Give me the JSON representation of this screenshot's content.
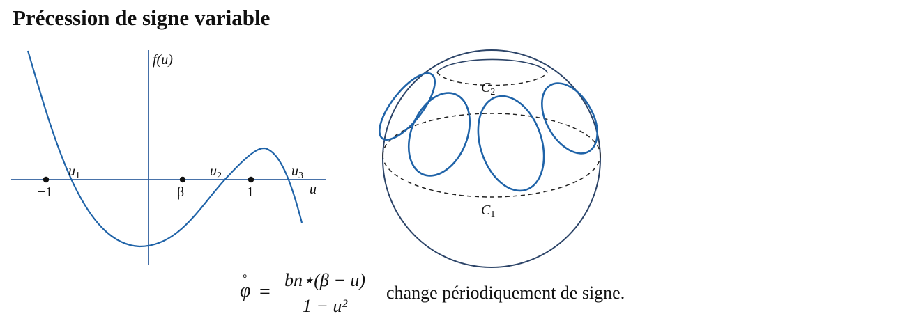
{
  "title": "Précession de signe variable",
  "graph": {
    "ylabel": "f(u)",
    "xlabel": "u",
    "tick_minus1": "−1",
    "tick_beta": "β",
    "tick_1": "1",
    "root1": "u",
    "root1_sub": "1",
    "root2": "u",
    "root2_sub": "2",
    "root3": "u",
    "root3_sub": "3"
  },
  "sphere": {
    "c1": "C",
    "c1_sub": "1",
    "c2": "C",
    "c2_sub": "2"
  },
  "formula": {
    "lhs": "φ",
    "dot": "°",
    "equals": "=",
    "numerator": "bn⋆(β − u)",
    "denominator": "1 − u²",
    "text": "change périodiquement de signe."
  },
  "colors": {
    "curve": "#1f63a8",
    "sphere_outline": "#2c4468",
    "axis": "#2f5f9e"
  }
}
